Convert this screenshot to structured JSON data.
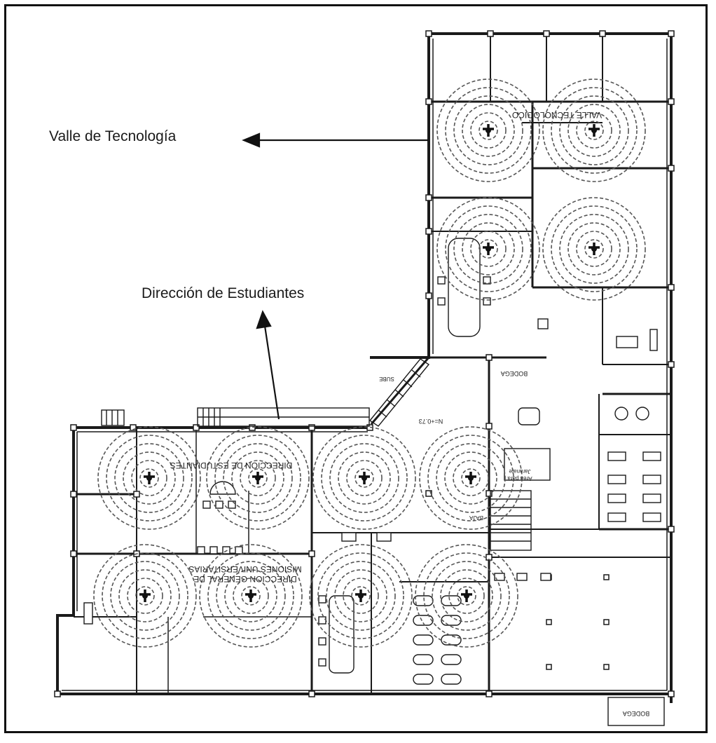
{
  "labels": {
    "valle": "Valle de Tecnología",
    "direccion": "Dirección de Estudiantes"
  },
  "plan_text": {
    "valle_tecnologico": "VALLE TECNOLOGICO",
    "direccion_estudiantes": "DIRECCION DE ESTUDIANTES",
    "direccion_misiones_1": "DIRECCION GENERAL DE",
    "direccion_misiones_2": "MISIONES UNIVERSITARIAS",
    "bodega_1": "BODEGA",
    "bodega_2": "BODEGA",
    "sube": "SUBE",
    "baja": "BAJA",
    "nivel": "N=+0.73",
    "area_piso_1": "Area para",
    "area_piso_2": "Jaranate"
  },
  "colors": {
    "line": "#1a1a1a",
    "coverage": "#6a6a6a",
    "frame": "#111111"
  }
}
